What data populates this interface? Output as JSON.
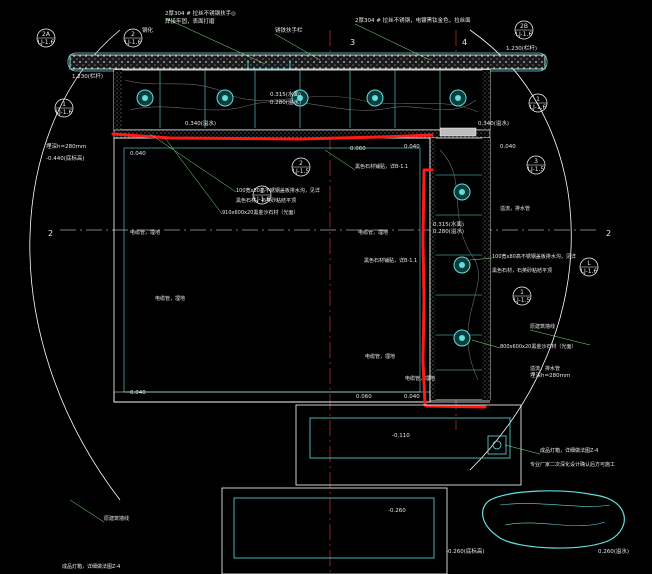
{
  "drawing": {
    "top_notes": {
      "rail_note_1": "2厚304 # 拉丝不锈钢扶手◎",
      "rail_note_1b": "焊接牢固，表面打磨",
      "rail_note_2": "2厚304 # 拉丝不锈钢，电镀黑钛金色，拉丝面",
      "rail_note_3": "锈铁扶手栏",
      "glass_note": "钢化"
    },
    "grid_labels": {
      "axis_3": "3",
      "axis_4": "4",
      "axis_2_left": "2",
      "axis_2_right": "2"
    },
    "section_markers": [
      {
        "num": "2A",
        "ref": "LJ-1.6"
      },
      {
        "num": "2",
        "ref": "LJ-1.6"
      },
      {
        "num": "1",
        "ref": "LJ-1.6"
      },
      {
        "num": "1",
        "ref": "LJ-1.6"
      },
      {
        "num": "2",
        "ref": "LJ-1.5"
      },
      {
        "num": "1",
        "ref": "LJ-1.6"
      },
      {
        "num": "2",
        "ref": "LJ-1.5"
      },
      {
        "num": "3",
        "ref": "LJ-1.5"
      },
      {
        "num": "1",
        "ref": "LJ-1.5"
      },
      {
        "num": "L",
        "ref": "LJ-1.6"
      },
      {
        "num": "2B",
        "ref": "LJ-1.6"
      }
    ],
    "elevations": {
      "left_top": "1.230(栏杆)",
      "right_top": "1.230(栏杆)",
      "mid_top_1": "0.315(水面)",
      "mid_top_2": "0.280(溢水)",
      "left_wall": "0.340(溢水)",
      "right_wall": "0.340(溢水)",
      "floor_left": "0.040",
      "floor_mid": "0.060",
      "floor_right": "0.040",
      "pool_depth_left": "-0.440(底标高)",
      "pool_right_1": "0.315(水面)",
      "pool_right_2": "0.280(溢水)",
      "pool_right_3": "0.040",
      "bottom_left": "0.040",
      "bottom_mid": "0.060",
      "bottom_right": "0.040",
      "lower_box": "-0.110",
      "lower_box2": "-0.260",
      "lower_right": "-0.260(底标高)",
      "lower_right2": "0.260(溢水)",
      "depth_h_left": "埋深h=280mm",
      "depth_h_right": "埋深h=280mm"
    },
    "notes": {
      "n1": "100宽x80高不锈钢盖板排水沟，见详",
      "n2": "黑色石材，石英砂粘结平顶",
      "n3": "910x600x20黑金沙石材（光面）",
      "n4": "黑色石材铺贴，详B-1.1",
      "n5": "电缆管，埋地",
      "n6": "电缆管，埋地",
      "n7": "电缆管，埋地",
      "n8": "黑色石材铺贴，详B-1.1",
      "n9": "电缆管，埋地",
      "n10": "100宽x80高不锈钢盖板排水沟，见详",
      "n11": "黑色石材，石英砂粘结平顶",
      "n12": "800x600x20黑金沙石材（光面）",
      "n13": "溢流，排水管",
      "n14": "原建筑墙线",
      "n15": "原建筑墙线",
      "n16": "成品灯箱，详细做法图Z-4",
      "n17": "专业厂家二次深化设计确认后方可施工",
      "n18": "成品灯箱，详细做法图Z-4",
      "n19": "电缆管，埋地",
      "n20": "溢流，排水管"
    }
  },
  "colors": {
    "background": "#000000",
    "cad_line": "#ffffff",
    "cyan_line": "#5fe0e0",
    "green_line": "#7df07d",
    "markup_red": "#ff1a1a",
    "hatch": "#9a9a9a"
  }
}
